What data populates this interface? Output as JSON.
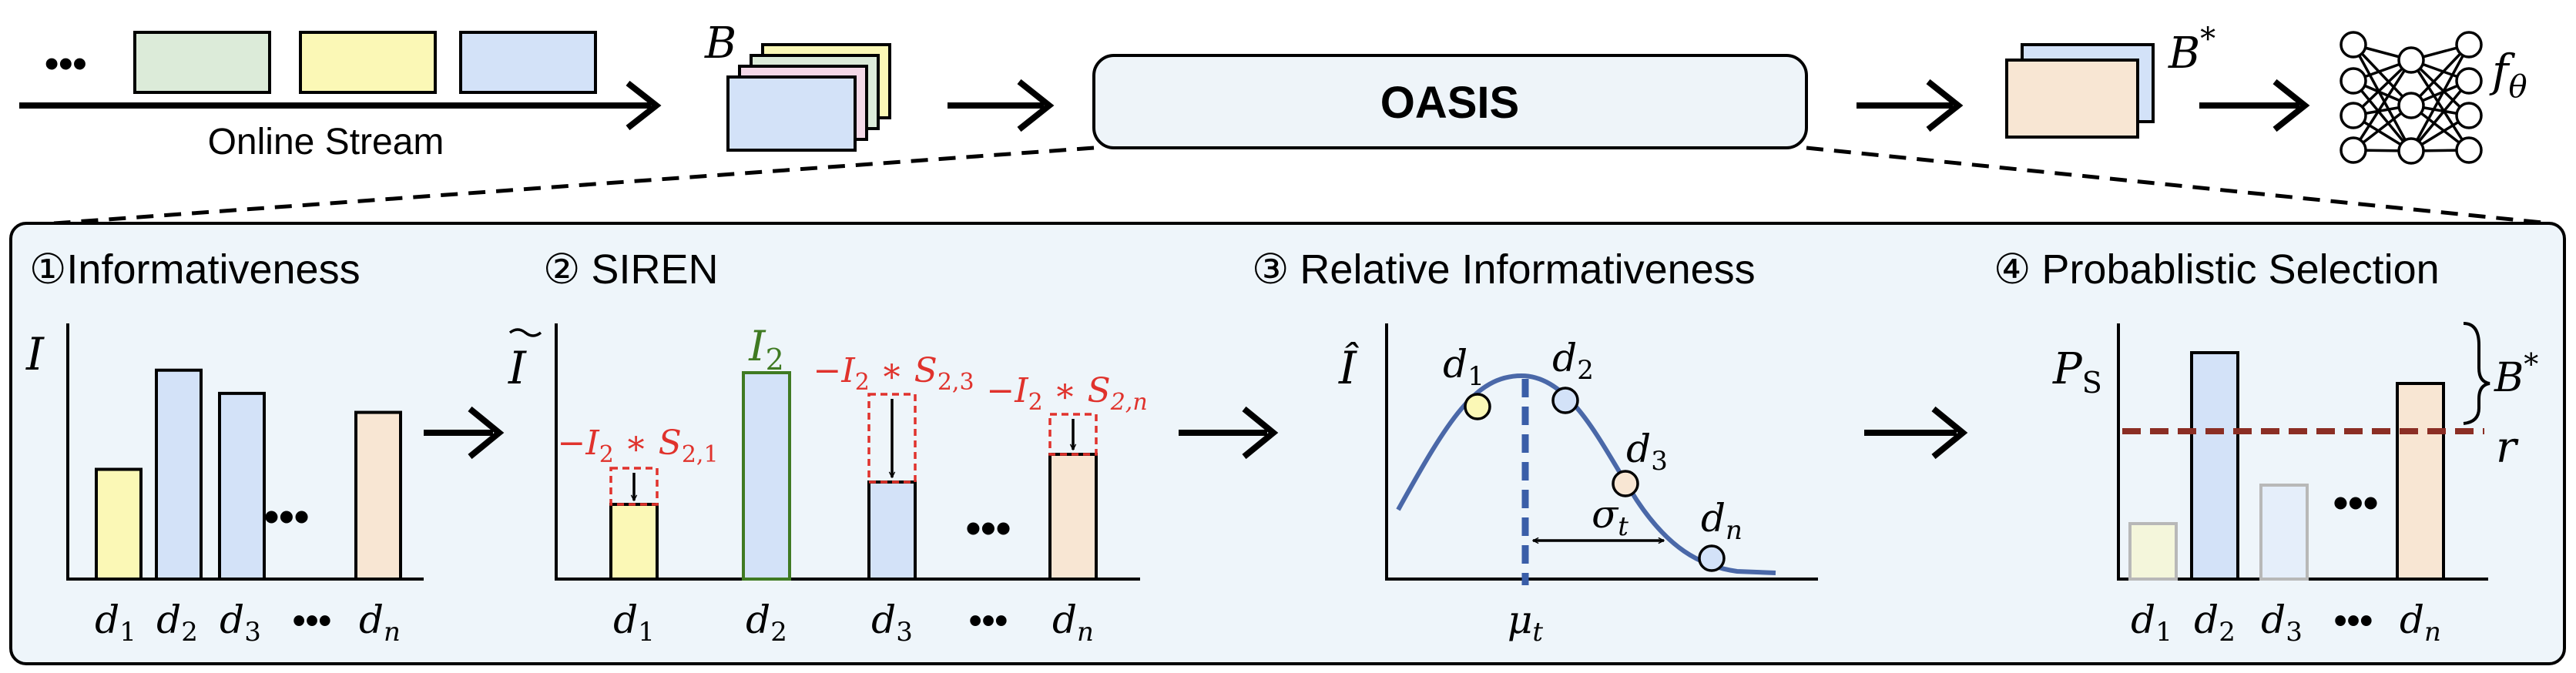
{
  "top": {
    "stream_label": "Online Stream",
    "ellipsis": "•••",
    "batch_var": "B",
    "method_name": "OASIS",
    "selected_var": "B",
    "selected_sup": "*",
    "model_var": "f",
    "model_sub": "θ"
  },
  "panels": {
    "p1": {
      "number": "①",
      "title": "Informativeness",
      "ylabel": "I",
      "labels": [
        {
          "b": "d",
          "s": "1"
        },
        {
          "b": "d",
          "s": "2"
        },
        {
          "b": "d",
          "s": "3"
        },
        {
          "b": "d",
          "s": "n"
        }
      ],
      "dots": "•••",
      "bar_heights": [
        0.52,
        0.99,
        0.88,
        0.0,
        0.79
      ]
    },
    "p2": {
      "number": "②",
      "title": "SIREN",
      "ylabel": "I",
      "i2_label": "I",
      "i2_sub": "2",
      "penalties": [
        {
          "pre": "−I",
          "s1": "2",
          "mid": " ∗ S",
          "s2": "2,1"
        },
        {
          "pre": "−I",
          "s1": "2",
          "mid": " ∗ S",
          "s2": "2,3"
        },
        {
          "pre": "−I",
          "s1": "2",
          "mid": " ∗ S",
          "s2": "2,n"
        }
      ],
      "labels": [
        {
          "b": "d",
          "s": "1"
        },
        {
          "b": "d",
          "s": "2"
        },
        {
          "b": "d",
          "s": "3"
        },
        {
          "b": "d",
          "s": "n"
        }
      ],
      "dots": "•••"
    },
    "p3": {
      "number": "③",
      "title": "Relative Informativeness",
      "ylabel": "Î",
      "points": [
        {
          "b": "d",
          "s": "1"
        },
        {
          "b": "d",
          "s": "2"
        },
        {
          "b": "d",
          "s": "3"
        },
        {
          "b": "d",
          "s": "n"
        }
      ],
      "mu": "μ",
      "mu_sub": "t",
      "sigma": "σ",
      "sigma_sub": "t"
    },
    "p4": {
      "number": "④",
      "title": "Probablistic Selection",
      "ylabel": "P",
      "ylabel_sub": "S",
      "selected_var": "B",
      "selected_sup": "*",
      "threshold": "r",
      "labels": [
        {
          "b": "d",
          "s": "1"
        },
        {
          "b": "d",
          "s": "2"
        },
        {
          "b": "d",
          "s": "3"
        },
        {
          "b": "d",
          "s": "n"
        }
      ],
      "dots": "•••"
    }
  },
  "colors": {
    "green": "#dcebd9",
    "yellow": "#fbf8b6",
    "blue": "#d3e2f8",
    "pink": "#f4d9e8",
    "peach": "#f8e6d3",
    "panel_bg": "#eef5fa",
    "method_bg": "#eef4f9",
    "curve": "#4a68a8",
    "red": "#e0322c",
    "dark_green": "#3f7a22",
    "threshold": "#8b2e24"
  }
}
